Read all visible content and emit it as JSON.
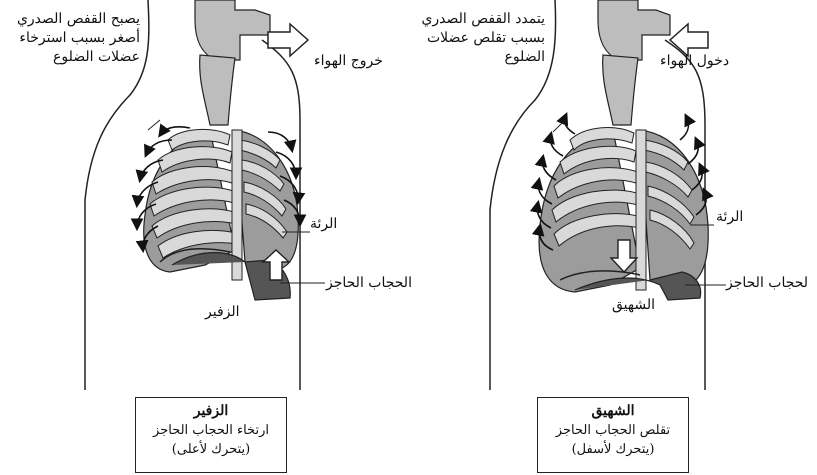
{
  "exhale": {
    "ribcage_note": [
      "يصبح القفص الصدري",
      "أصغر بسبب استرخاء",
      "عضلات الضلوع"
    ],
    "air_label": "خروج الهواء",
    "lung_label": "الرئة",
    "diaphragm_label": "الحجاب الحاجز",
    "movement_label": "الزفير",
    "box": {
      "title": "الزفير",
      "line1": "ارتخاء الحجاب الحاجز",
      "line2": "(يتحرك لأعلى)"
    }
  },
  "inhale": {
    "ribcage_note": [
      "يتمدد القفص الصدري",
      "بسبب تقلص عضلات",
      "الضلوع"
    ],
    "air_label": "دخول الهواء",
    "lung_label": "الرئة",
    "diaphragm_label": "لحجاب الحاجز",
    "movement_label": "الشهيق",
    "box": {
      "title": "الشهيق",
      "line1": "تقلص الحجاب الحاجز",
      "line2": "(يتحرك لأسفل)"
    }
  },
  "colors": {
    "lung": "#9c9c9c",
    "diaphragm": "#555555",
    "trachea": "#bdbdbd",
    "rib": "#d9d9d9",
    "outline": "#222222"
  }
}
